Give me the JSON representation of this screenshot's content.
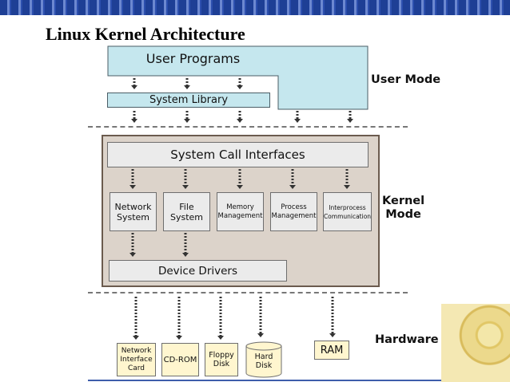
{
  "title": "Linux Kernel Architecture",
  "modes": {
    "user": "User Mode",
    "kernel": "Kernel\nMode",
    "hardware": "Hardware"
  },
  "user_space": {
    "user_programs": "User Programs",
    "system_library": "System Library"
  },
  "kernel": {
    "system_call_interfaces": "System Call Interfaces",
    "subsystems": [
      "Network\nSystem",
      "File\nSystem",
      "Memory\nManagement",
      "Process\nManagement",
      "Interprocess\nCommunication"
    ],
    "device_drivers": "Device Drivers"
  },
  "hardware": {
    "network_interface_card": "Network\nInterface\nCard",
    "cd_rom": "CD-ROM",
    "floppy_disk": "Floppy\nDisk",
    "hard_disk": "Hard\nDisk",
    "ram": "RAM"
  },
  "colors": {
    "user_fill": "#c5e7ee",
    "kernel_panel": "#dcd3ca",
    "component_fill": "#ebebeb",
    "hardware_fill": "#fff6cf",
    "header_bar": "#1e3f95"
  }
}
